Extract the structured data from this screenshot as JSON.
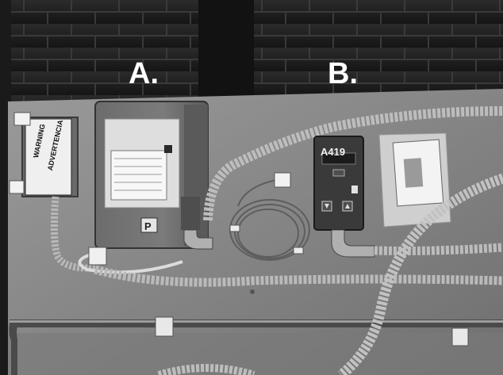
{
  "labels": {
    "a": "A.",
    "b": "B."
  },
  "controller": {
    "model": "A419"
  },
  "warning_label": {
    "line1": "WARNING",
    "line2": "ADVERTENCIA"
  },
  "colors": {
    "panel": "#8e8e8e",
    "wall": "#1e1e1e",
    "conduit": "#b5b5b5",
    "controller": "#3a3a3a"
  }
}
